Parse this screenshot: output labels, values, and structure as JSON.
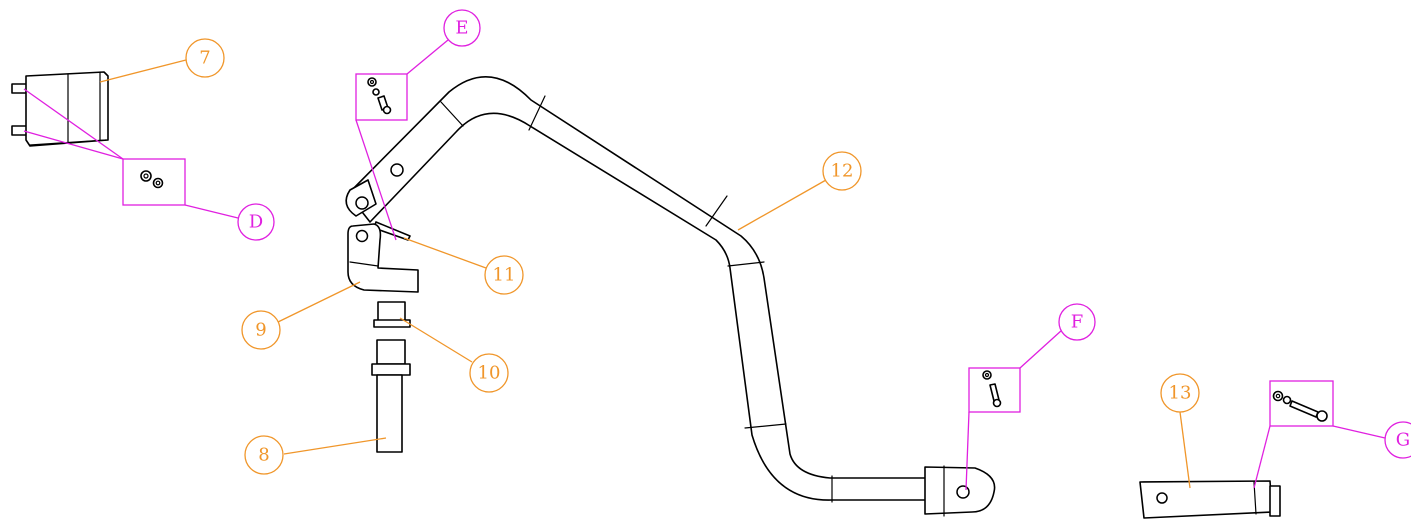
{
  "colors": {
    "line": "#000000",
    "part_balloon": "#f0962a",
    "detail_callout": "#e020e0",
    "background": "#ffffff"
  },
  "part_balloons": [
    {
      "label": "7"
    },
    {
      "label": "8"
    },
    {
      "label": "9"
    },
    {
      "label": "10"
    },
    {
      "label": "11"
    },
    {
      "label": "12"
    },
    {
      "label": "13"
    }
  ],
  "detail_callouts": [
    {
      "label": "D"
    },
    {
      "label": "E"
    },
    {
      "label": "F"
    },
    {
      "label": "G"
    }
  ]
}
